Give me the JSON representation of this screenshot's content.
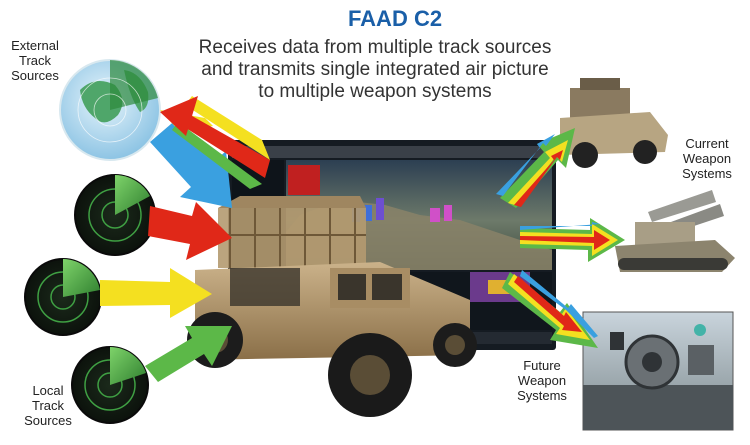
{
  "title": "FAAD C2",
  "subtitle_lines": [
    "Receives data from multiple track sources",
    "and transmits single integrated air picture",
    "to multiple weapon systems"
  ],
  "labels": {
    "external": [
      "External",
      "Track",
      "Sources"
    ],
    "local": [
      "Local",
      "Track",
      "Sources"
    ],
    "current": [
      "Current",
      "Weapon",
      "Systems"
    ],
    "future": [
      "Future",
      "Weapon",
      "Systems"
    ]
  },
  "colors": {
    "title": "#1a5fa8",
    "arrow_blue": "#3aa0e0",
    "arrow_red": "#e02818",
    "arrow_yellow": "#f4e020",
    "arrow_green": "#5cb848",
    "radar_green": "#3fa043",
    "vehicle_tan": "#b09468",
    "screen_dark": "#18202a"
  }
}
